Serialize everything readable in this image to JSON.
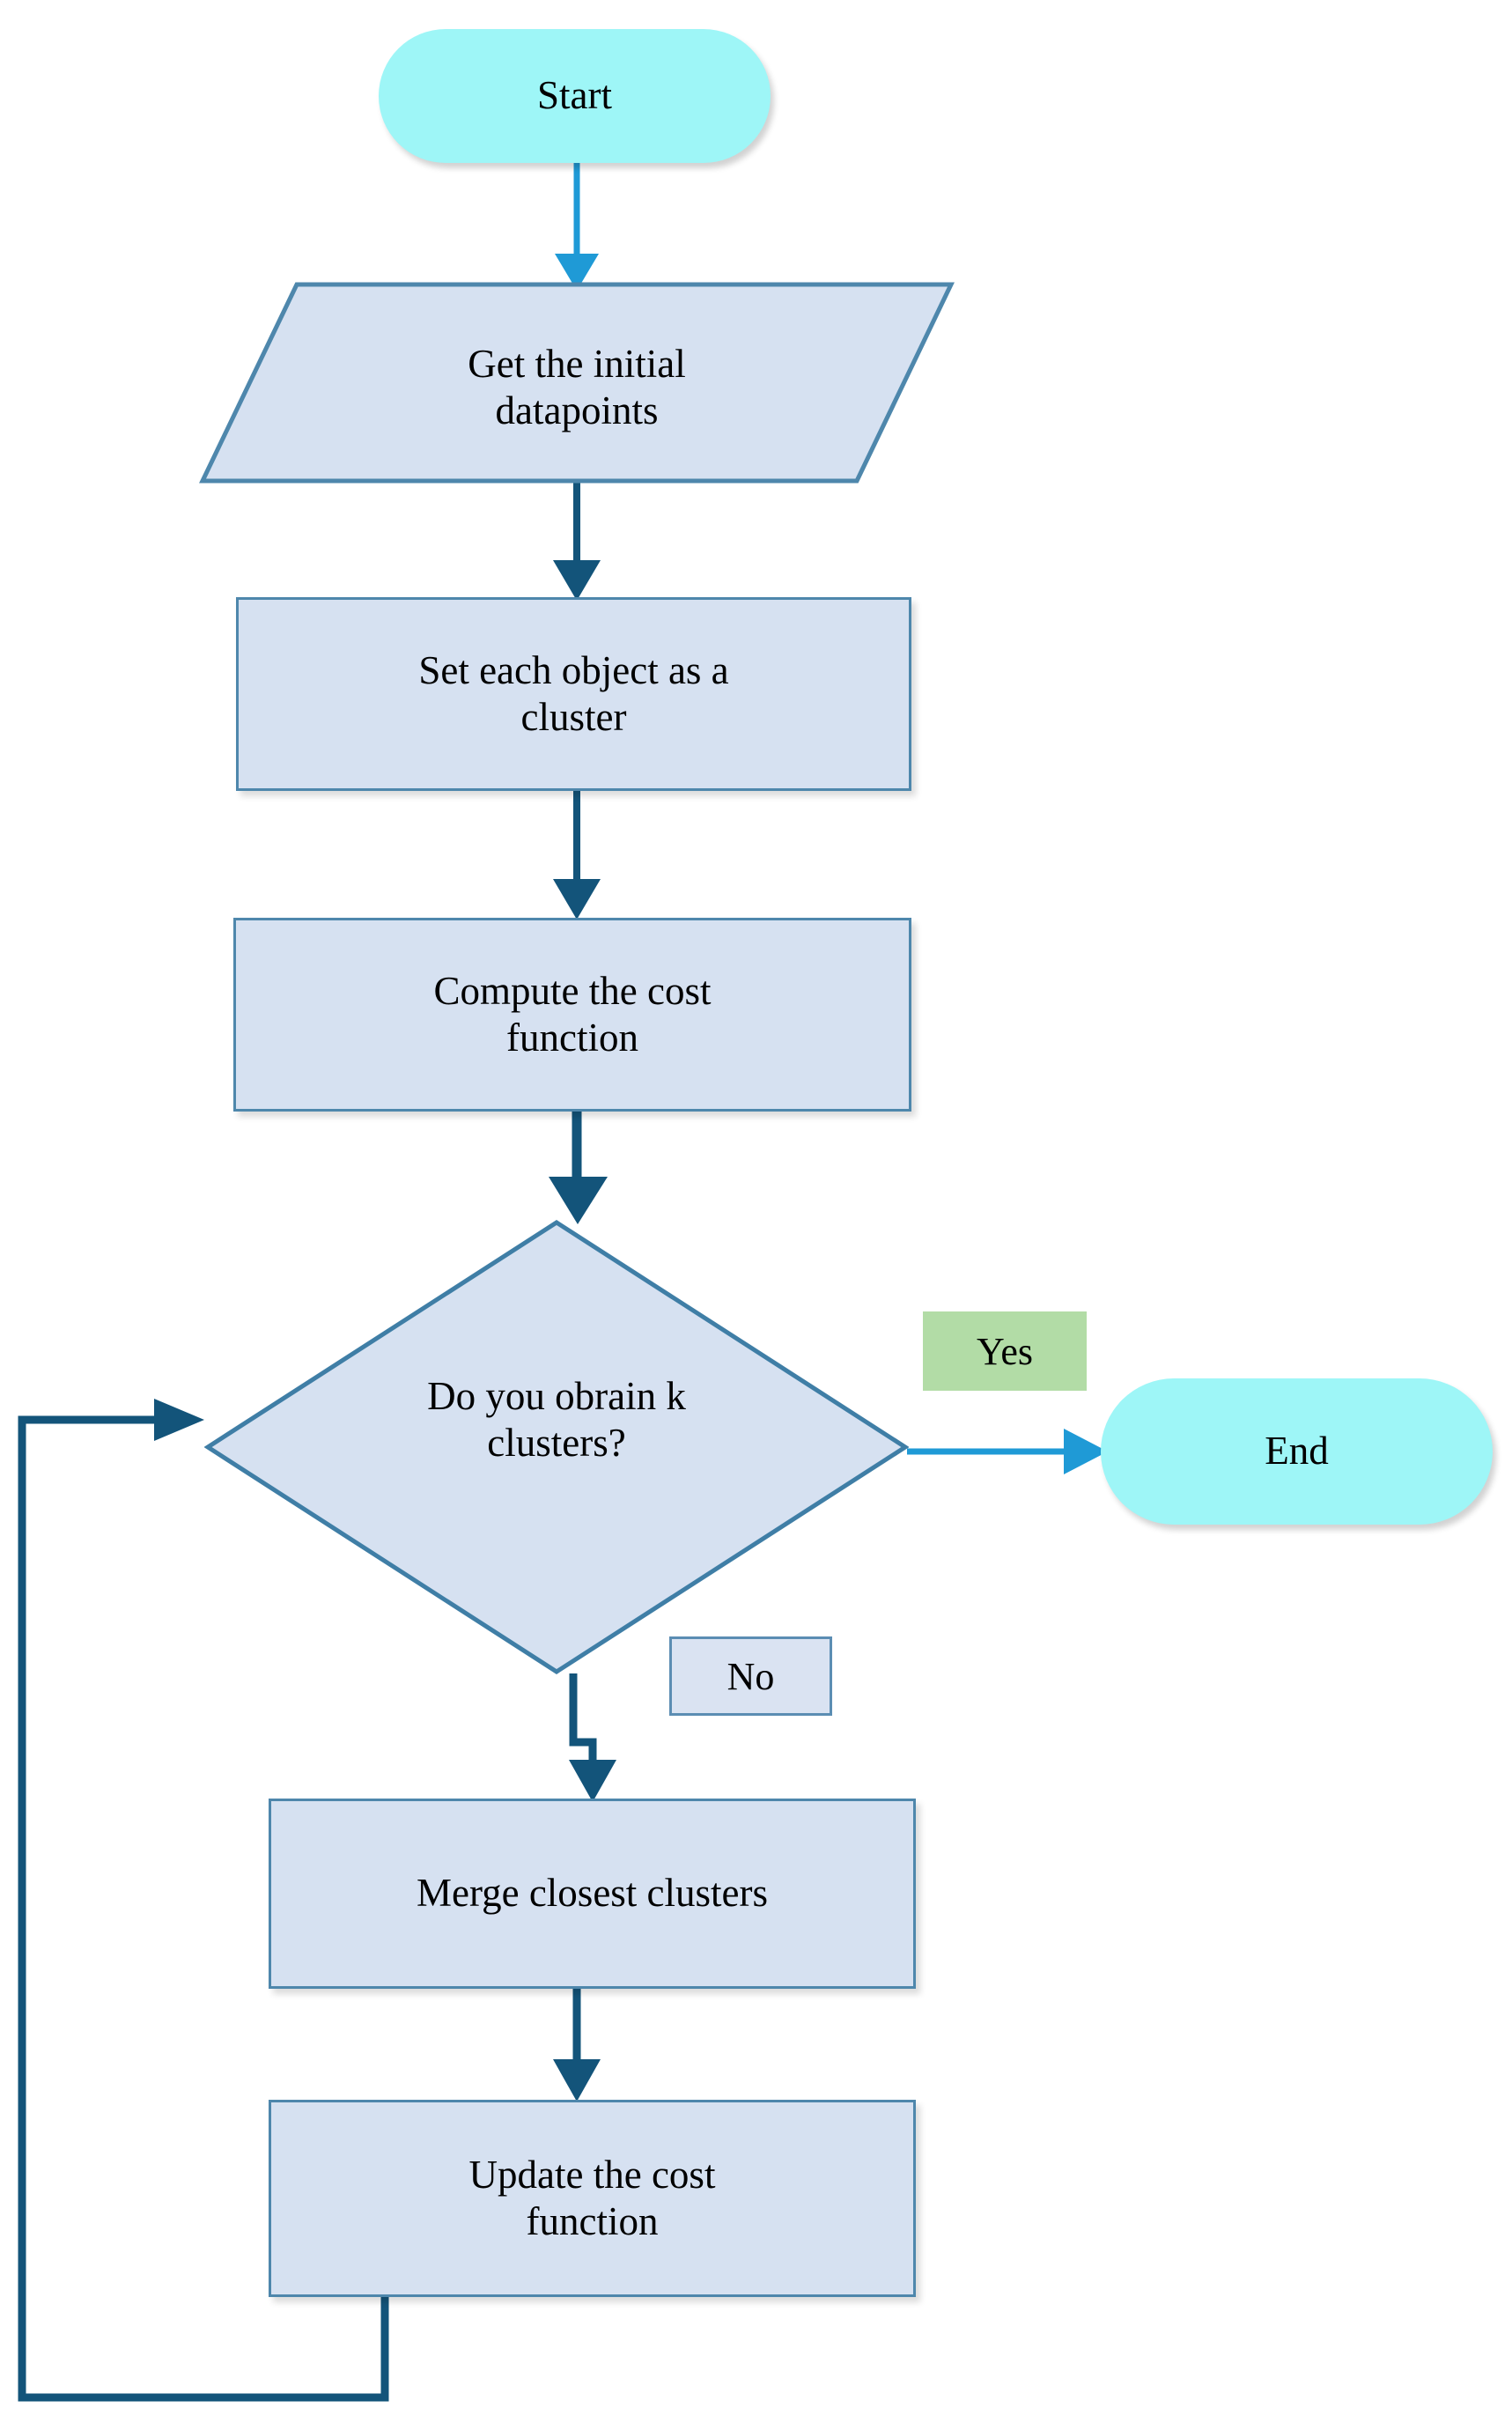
{
  "diagram": {
    "type": "flowchart",
    "title": "Hierarchical agglomerative clustering flowchart",
    "colors": {
      "terminator_fill": "#9ef6f7",
      "process_fill": "#d6e1f1",
      "process_border": "#4e87ac",
      "decision_fill": "#d6e1f1",
      "decision_border": "#3f7ea6",
      "yes_label_fill": "#b2dca6",
      "no_label_fill": "#dae3f2",
      "arrow_light_blue": "#1f9ad6",
      "arrow_dark_navy": "#13547a"
    },
    "nodes": [
      {
        "id": "start",
        "shape": "terminator",
        "label": "Start"
      },
      {
        "id": "get_data",
        "shape": "parallelogram",
        "label": "Get the initial\ndatapoints"
      },
      {
        "id": "set_obj",
        "shape": "process",
        "label": "Set each object as a\ncluster"
      },
      {
        "id": "compute",
        "shape": "process",
        "label": "Compute the cost\nfunction"
      },
      {
        "id": "decision",
        "shape": "diamond",
        "label": "Do you obrain k\nclusters?"
      },
      {
        "id": "end",
        "shape": "terminator",
        "label": "End"
      },
      {
        "id": "merge",
        "shape": "process",
        "label": "Merge closest clusters"
      },
      {
        "id": "update",
        "shape": "process",
        "label": "Update the cost\nfunction"
      }
    ],
    "edge_labels": {
      "yes": "Yes",
      "no": "No"
    },
    "edges": [
      {
        "from": "start",
        "to": "get_data",
        "label": ""
      },
      {
        "from": "get_data",
        "to": "set_obj",
        "label": ""
      },
      {
        "from": "set_obj",
        "to": "compute",
        "label": ""
      },
      {
        "from": "compute",
        "to": "decision",
        "label": ""
      },
      {
        "from": "decision",
        "to": "end",
        "label": "Yes"
      },
      {
        "from": "decision",
        "to": "merge",
        "label": "No"
      },
      {
        "from": "merge",
        "to": "update",
        "label": ""
      },
      {
        "from": "update",
        "to": "decision",
        "label": ""
      }
    ]
  }
}
